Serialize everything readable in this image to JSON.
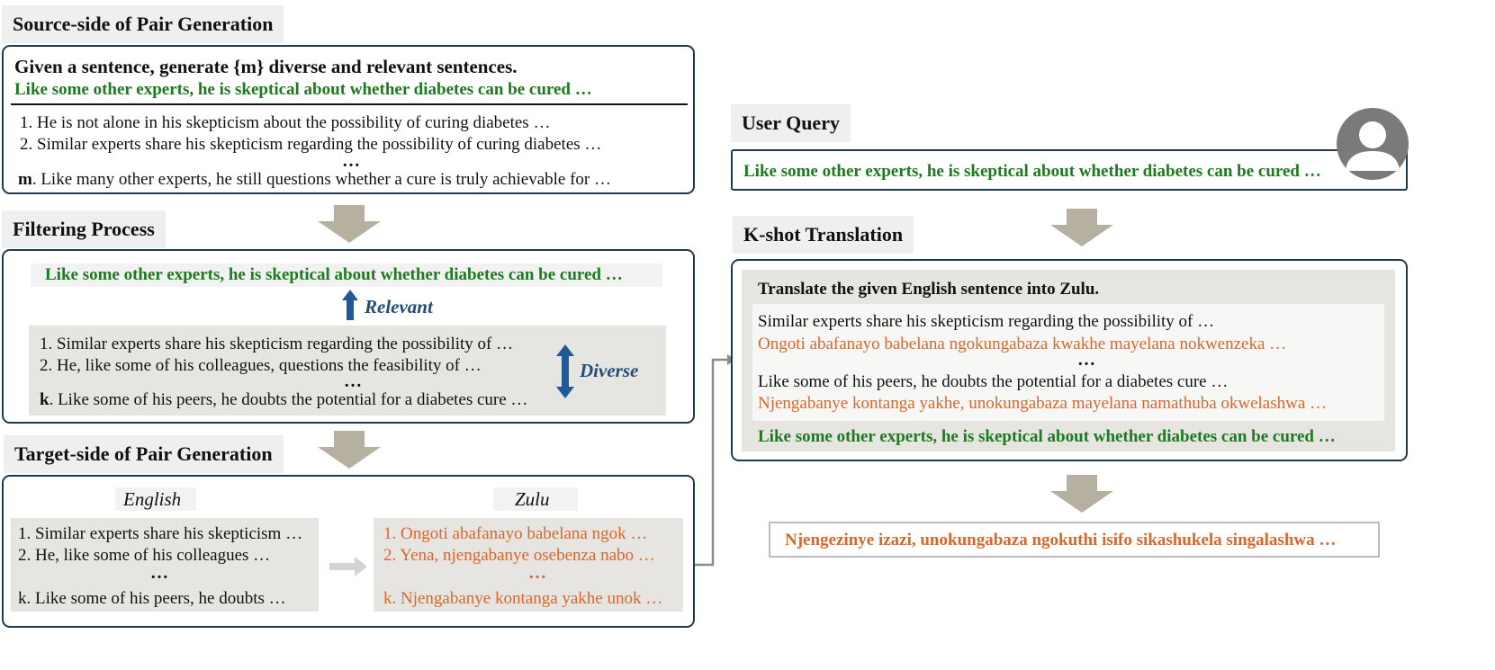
{
  "source_side": {
    "header": "Source-side of Pair Generation",
    "instruction": "Given a sentence, generate {m} diverse and relevant sentences.",
    "input_sentence": "Like some other experts, he is skeptical about whether diabetes can be cured …",
    "outputs": [
      "1. He is not alone in his skepticism about the possibility of curing diabetes …",
      "2. Similar experts share his skepticism regarding the possibility of curing diabetes …"
    ],
    "ellipsis": "…",
    "last_marker": "m",
    "last_output": ". Like many other experts, he still questions whether a cure is truly achievable for …"
  },
  "filtering": {
    "header": "Filtering Process",
    "query_sentence": "Like some other experts, he is skeptical about whether diabetes can be cured …",
    "relevant_label": "Relevant",
    "diverse_label": "Diverse",
    "candidates": [
      "1. Similar experts share his skepticism regarding the possibility of …",
      "2. He, like some of his colleagues, questions the feasibility of …"
    ],
    "ellipsis": "…",
    "last_marker": "k",
    "last_candidate": ". Like some of his peers, he doubts the potential for a diabetes cure …"
  },
  "target_side": {
    "header": "Target-side of Pair Generation",
    "english_label": "English",
    "zulu_label": "Zulu",
    "english": [
      "1. Similar experts share his skepticism …",
      "2. He, like some of his colleagues …",
      "k. Like some of his peers, he doubts …"
    ],
    "zulu": [
      "1. Ongoti abafanayo babelana ngok …",
      "2. Yena, njengabanye osebenza nabo …",
      "k. Njengabanye kontanga yakhe unok …"
    ],
    "ellipsis": "…"
  },
  "user_query": {
    "header": "User Query",
    "sentence": "Like some other experts, he is skeptical about whether diabetes can be cured …"
  },
  "kshot": {
    "header": "K-shot Translation",
    "instruction": "Translate the given English sentence into Zulu.",
    "example1_en": "Similar experts share his skepticism regarding the possibility of …",
    "example1_zu": "Ongoti abafanayo babelana ngokungabaza kwakhe mayelana nokwenzeka …",
    "ellipsis": "…",
    "example2_en": "Like some of his peers, he doubts the potential for a diabetes cure …",
    "example2_zu": "Njengabanye kontanga yakhe, unokungabaza mayelana namathuba okwelashwa …",
    "query_sentence": "Like some other experts, he is skeptical about whether diabetes can be cured …"
  },
  "output": {
    "sentence": "Njengezinye izazi, unokungabaza ngokuthi isifo sikashukela singalashwa …"
  },
  "colors": {
    "green": "#1e7a1e",
    "orange": "#d9672b",
    "blue": "#1f5a96",
    "box_border": "#1f3a4d",
    "arrow": "#b5b09f"
  },
  "icons": {
    "user": "user-avatar-icon"
  }
}
